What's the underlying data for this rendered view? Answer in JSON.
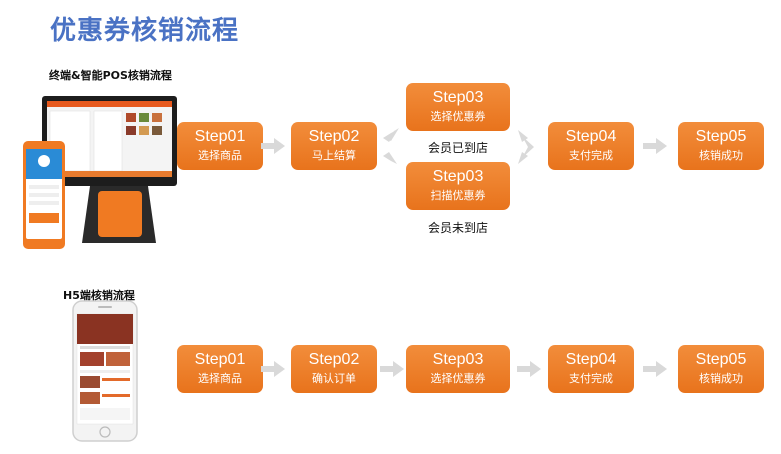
{
  "page_title": "优惠券核销流程",
  "pos_flow": {
    "label": "终端&智能POS核销流程",
    "steps": [
      {
        "num": "Step01",
        "text": "选择商品"
      },
      {
        "num": "Step02",
        "text": "马上结算"
      },
      {
        "num": "Step03",
        "text": "选择优惠券"
      },
      {
        "num": "Step03",
        "text": "扫描优惠券"
      },
      {
        "num": "Step04",
        "text": "支付完成"
      },
      {
        "num": "Step05",
        "text": "核销成功"
      }
    ],
    "branch_notes": [
      "会员已到店",
      "会员未到店"
    ]
  },
  "h5_flow": {
    "label": "H5端核销流程",
    "steps": [
      {
        "num": "Step01",
        "text": "选择商品"
      },
      {
        "num": "Step02",
        "text": "确认订单"
      },
      {
        "num": "Step03",
        "text": "选择优惠券"
      },
      {
        "num": "Step04",
        "text": "支付完成"
      },
      {
        "num": "Step05",
        "text": "核销成功"
      }
    ]
  },
  "colors": {
    "title": "#4a72c4",
    "step": "#ee7f2a",
    "arrow": "#d9d9d9"
  }
}
